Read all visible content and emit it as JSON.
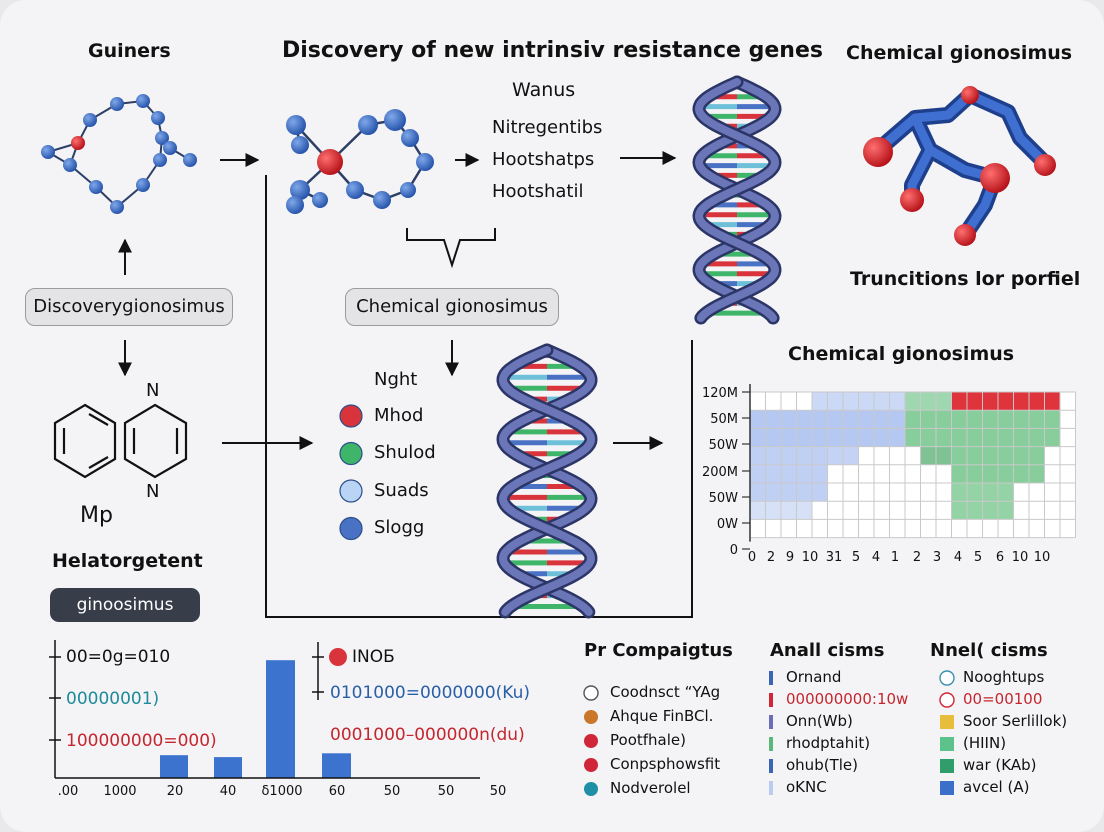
{
  "titles": {
    "guiners": "Guiners",
    "main": "Discovery of new intrinsiv resistance genes",
    "chem_top": "Chemical gionosimus",
    "truncitions": "Truncitions lor porfiel",
    "chem_chart": "Chemical gionosimus",
    "helato": "Helatorgetent",
    "mp": "Mp",
    "n_top": "N",
    "n_bottom": "N"
  },
  "pills": {
    "discovery": "Discoverygionosimus",
    "chemical": "Chemical gionosimus",
    "gino": "ginoosimus"
  },
  "wanus": {
    "title": "Wanus",
    "items": [
      "Nitregentibs",
      "Hootshatps",
      "Hootshatil"
    ]
  },
  "legend": {
    "title": "Nght",
    "items": [
      {
        "label": "Mhod",
        "color": "#d9333c"
      },
      {
        "label": "Shulod",
        "color": "#3fb56a"
      },
      {
        "label": "Suads",
        "color": "#b9d4f4"
      },
      {
        "label": "Slogg",
        "color": "#4a72c4"
      }
    ]
  },
  "chart_data": [
    {
      "type": "heatmap",
      "title": "Chemical gionosimus",
      "y_ticks": [
        "120M",
        "50M",
        "50W",
        "200M",
        "50W",
        "0W",
        "0"
      ],
      "x_ticks": [
        "0",
        "2",
        "9",
        "10",
        "31",
        "5",
        "4",
        "1",
        "2",
        "3",
        "4",
        "5",
        "6",
        "10",
        "10"
      ],
      "colors": {
        "red": "#e0343c",
        "green": "#87ce9c",
        "blue": "#b5c8f2",
        "grid": "#c9c9c9"
      }
    },
    {
      "type": "bar",
      "x_ticks": [
        ".00",
        "1000",
        "20",
        "40",
        "δ1000",
        "60",
        "50",
        "50",
        "50"
      ],
      "values": [
        0.12,
        0.11,
        0.62,
        0.13
      ],
      "color": "#3b73cf",
      "annotations": [
        {
          "text": "00=0g=010",
          "color": "#111111"
        },
        {
          "text": "00000001)",
          "color": "#1f8a9a"
        },
        {
          "text": "100000000=000)",
          "color": "#c4262e"
        },
        {
          "text": "INOБ",
          "color": "#111111"
        },
        {
          "text": "0101000=0000000(Ku)",
          "color": "#2a5fa8"
        },
        {
          "text": "0001000–000000n(du)",
          "color": "#c4262e"
        }
      ]
    }
  ],
  "table": {
    "col1": {
      "title": "Pr Compaigtus",
      "rows": [
        {
          "label": "Coodnsct “YAg",
          "color": "#ffffff",
          "shape": "circle-outline"
        },
        {
          "label": "Ahque FinBCl.",
          "color": "#c9772b",
          "shape": "circle"
        },
        {
          "label": "Pootfhale)",
          "color": "#d0263a",
          "shape": "circle"
        },
        {
          "label": "Conpsphowsfit",
          "color": "#d0263a",
          "shape": "circle"
        },
        {
          "label": "Nodverolel",
          "color": "#1f8fa6",
          "shape": "circle"
        }
      ]
    },
    "col2": {
      "title": "Anall cisms",
      "rows": [
        {
          "label": "Ornand",
          "color": "#3b66b8",
          "text_color": "#111111"
        },
        {
          "label": "000000000:10w",
          "color": "#d0263a",
          "text_color": "#c4262e"
        },
        {
          "label": "Onn(Wb)",
          "color": "#6e6cb8",
          "text_color": "#111111"
        },
        {
          "label": "rhodptahit)",
          "color": "#59b77a",
          "text_color": "#111111"
        },
        {
          "label": "ohub(Tle)",
          "color": "#3b66b8",
          "text_color": "#111111"
        },
        {
          "label": "oKNC",
          "color": "#b9cdf0",
          "text_color": "#111111"
        }
      ]
    },
    "col3": {
      "title": "Nnel( cisms",
      "rows": [
        {
          "label": "Nooghtups",
          "color": "#3a8fb0",
          "shape": "circle-outline",
          "text_color": "#111111"
        },
        {
          "label": "00=00100",
          "color": "#d0263a",
          "shape": "circle-outline",
          "text_color": "#c4262e"
        },
        {
          "label": "Soor Serlillok)",
          "color": "#e8bd3c",
          "shape": "square",
          "text_color": "#111111"
        },
        {
          "label": "(HIIN)",
          "color": "#5cc28c",
          "shape": "square",
          "text_color": "#111111"
        },
        {
          "label": "war (KAb)",
          "color": "#2f9e6b",
          "shape": "square",
          "text_color": "#111111"
        },
        {
          "label": "avcel (A)",
          "color": "#3b6fc9",
          "shape": "square",
          "text_color": "#111111"
        }
      ]
    }
  }
}
